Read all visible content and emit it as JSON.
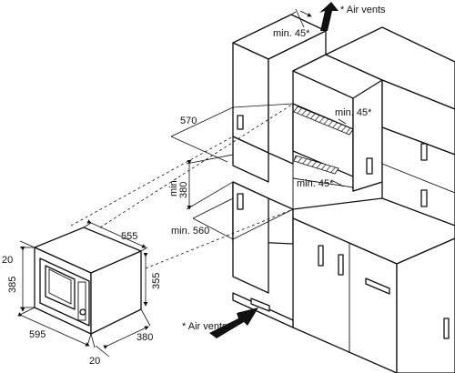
{
  "labels": {
    "air_vents_top": "* Air vents",
    "air_vents_bottom": "* Air vents",
    "min45_top": "min. 45*",
    "min45_upper": "min. 45*",
    "min45_lower": "min. 45*",
    "niche_depth": "570",
    "niche_height_min": "min.",
    "niche_height": "380",
    "niche_width": "min. 560",
    "oven_width_top": "555",
    "oven_height_right": "355",
    "oven_height_left": "385",
    "oven_offset_left": "20",
    "oven_width_front": "595",
    "oven_depth": "380",
    "oven_offset_bottom": "20"
  }
}
